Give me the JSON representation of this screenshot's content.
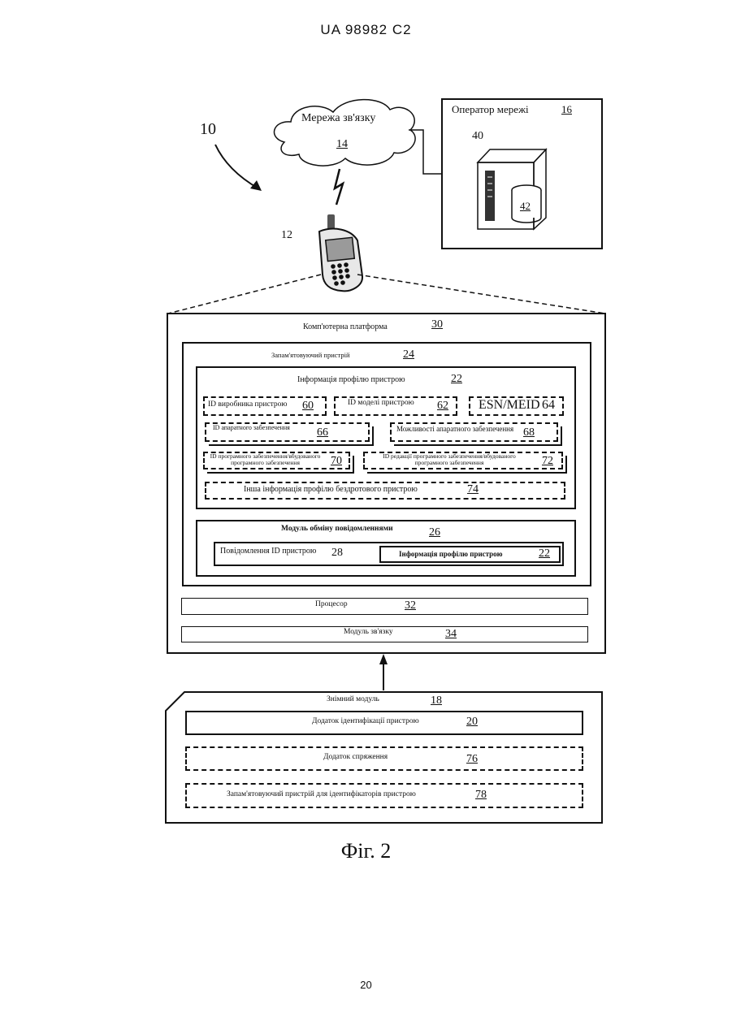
{
  "header": {
    "patent_number": "UA   98982   C2"
  },
  "figure": {
    "ref_system": "10",
    "network": {
      "label": "Мережа зв'язку",
      "ref": "14"
    },
    "operator": {
      "label": "Оператор мережі",
      "ref": "16",
      "server_ref": "40",
      "db_ref": "42"
    },
    "device_ref": "12",
    "platform": {
      "label": "Комп'ютерна платформа",
      "ref": "30"
    },
    "memory": {
      "label": "Запам'ятовуючий пристрій",
      "ref": "24"
    },
    "profile": {
      "label": "Інформація профілю пристрою",
      "ref": "22",
      "items": [
        {
          "label": "ID виробника пристрою",
          "ref": "60"
        },
        {
          "label": "ID моделі пристрою",
          "ref": "62"
        },
        {
          "label": "ESN/MEID",
          "ref": "64"
        },
        {
          "label": "ID апаратного забезпечення",
          "ref": "66"
        },
        {
          "label": "Можливості апаратного забезпечення",
          "ref": "68"
        },
        {
          "label": "ID програмного забезпечення/вбудованого програмного забезпечення",
          "ref": "70"
        },
        {
          "label": "ID редакції програмного забезпечення/вбудованого програмного забезпечення",
          "ref": "72"
        },
        {
          "label": "Інша інформація профілю бездротового пристрою",
          "ref": "74"
        }
      ]
    },
    "messaging": {
      "label": "Модуль обміну повідомленнями",
      "ref": "26",
      "device_id_msg": {
        "label": "Повідомлення ID пристрою",
        "ref": "28"
      },
      "profile_info": {
        "label": "Інформація профілю пристрою",
        "ref": "22"
      }
    },
    "processor": {
      "label": "Процесор",
      "ref": "32"
    },
    "comm_module": {
      "label": "Модуль зв'язку",
      "ref": "34"
    },
    "removable": {
      "label": "Знімний модуль",
      "ref": "18",
      "items": [
        {
          "label": "Додаток ідентифікації пристрою",
          "ref": "20"
        },
        {
          "label": "Додаток спряження",
          "ref": "76"
        },
        {
          "label": "Запам'ятовуючий пристрій для ідентифікаторів пристрою",
          "ref": "78"
        }
      ]
    },
    "caption": "Фіг. 2"
  },
  "page_number": "20"
}
